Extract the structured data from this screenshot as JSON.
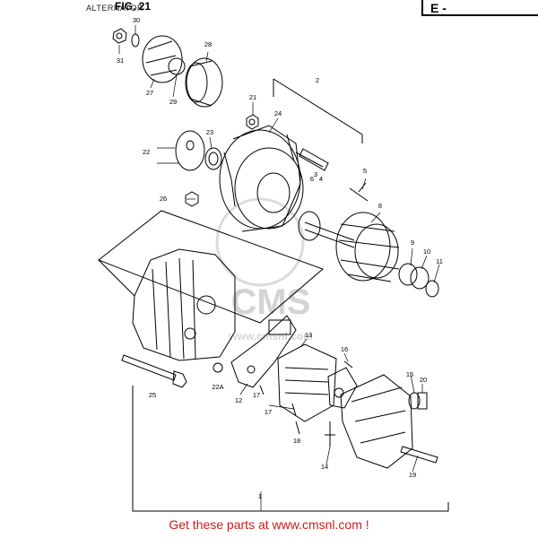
{
  "header": {
    "title": "ALTERNATOR",
    "figure": "FIG. 21",
    "code": "E -"
  },
  "watermark": {
    "logo": "CMS",
    "url": "www.cmsnl.com"
  },
  "parts": [
    {
      "id": "1",
      "label": "1"
    },
    {
      "id": "2",
      "label": "2"
    },
    {
      "id": "3",
      "label": "3"
    },
    {
      "id": "4",
      "label": "4"
    },
    {
      "id": "5",
      "label": "5"
    },
    {
      "id": "6",
      "label": "6"
    },
    {
      "id": "8",
      "label": "8"
    },
    {
      "id": "9",
      "label": "9"
    },
    {
      "id": "10",
      "label": "10"
    },
    {
      "id": "11",
      "label": "11"
    },
    {
      "id": "12",
      "label": "12"
    },
    {
      "id": "13",
      "label": "13"
    },
    {
      "id": "14",
      "label": "14"
    },
    {
      "id": "15",
      "label": "15"
    },
    {
      "id": "16",
      "label": "16"
    },
    {
      "id": "17a",
      "label": "17"
    },
    {
      "id": "17b",
      "label": "17"
    },
    {
      "id": "18",
      "label": "18"
    },
    {
      "id": "19",
      "label": "19"
    },
    {
      "id": "20",
      "label": "20"
    },
    {
      "id": "21",
      "label": "21"
    },
    {
      "id": "22",
      "label": "22"
    },
    {
      "id": "22A",
      "label": "22A"
    },
    {
      "id": "23",
      "label": "23"
    },
    {
      "id": "24",
      "label": "24"
    },
    {
      "id": "25",
      "label": "25"
    },
    {
      "id": "26",
      "label": "26"
    },
    {
      "id": "27",
      "label": "27"
    },
    {
      "id": "28",
      "label": "28"
    },
    {
      "id": "29",
      "label": "29"
    },
    {
      "id": "30",
      "label": "30"
    },
    {
      "id": "31",
      "label": "31"
    }
  ],
  "footer": {
    "text": "Get these parts at www.cmsnl.com !"
  }
}
